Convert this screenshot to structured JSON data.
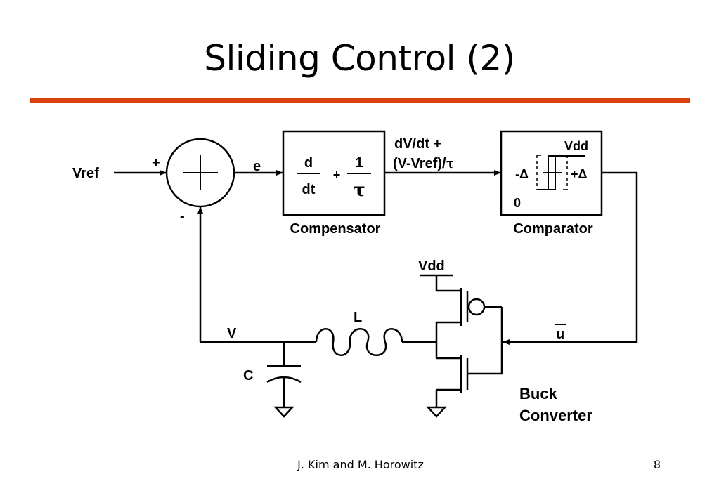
{
  "slide": {
    "title": "Sliding Control (2)",
    "footer_author": "J. Kim and M. Horowitz",
    "page_number": "8",
    "accent_color": "#d9420f"
  },
  "diagram": {
    "vref_label": "Vref",
    "plus_label": "+",
    "minus_label": "-",
    "error_label": "e",
    "compensator": {
      "d": "d",
      "dt": "dt",
      "plus": "+",
      "one": "1",
      "tau": "τ",
      "caption": "Compensator"
    },
    "signal_line1": "dV/dt +",
    "signal_line2": "(V-Vref)/",
    "signal_tau": "τ",
    "comparator": {
      "vdd": "Vdd",
      "neg_delta": "-Δ",
      "pos_delta": "+Δ",
      "zero": "0",
      "caption": "Comparator"
    },
    "vdd_label": "Vdd",
    "inductor_label": "L",
    "v_label": "V",
    "c_label": "C",
    "u_label": "u",
    "buck_line1": "Buck",
    "buck_line2": "Converter"
  }
}
